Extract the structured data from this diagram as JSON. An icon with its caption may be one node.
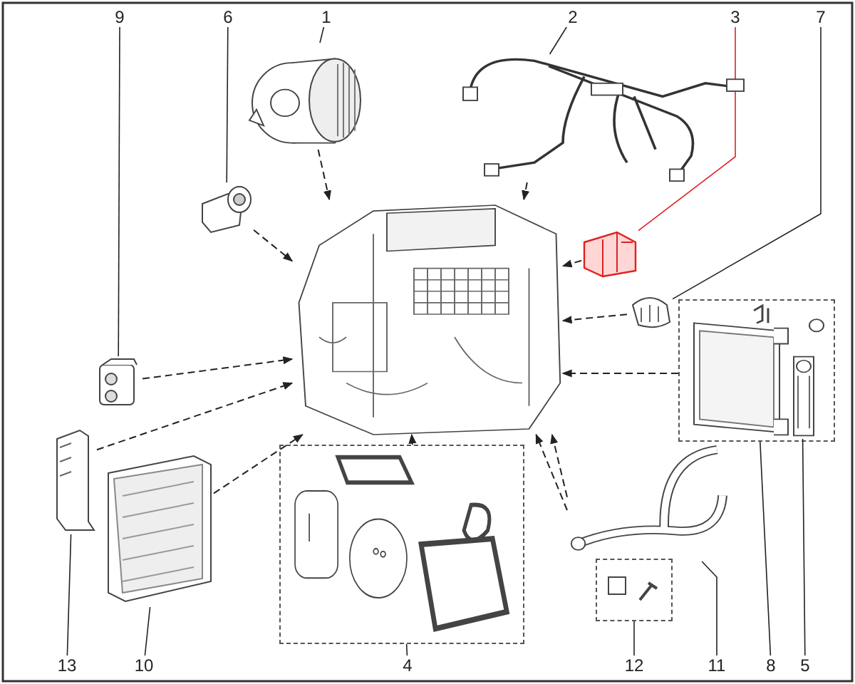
{
  "diagram": {
    "nodes": [
      {
        "text": [
          "9"
        ]
      },
      {
        "text": [
          "6"
        ]
      },
      {
        "text": [
          "1"
        ]
      },
      {
        "text": [
          "2"
        ]
      },
      {
        "text": [
          "3"
        ]
      },
      {
        "text": [
          "7"
        ]
      },
      {
        "text": [
          "13"
        ]
      },
      {
        "text": [
          "10"
        ]
      },
      {
        "text": [
          "4"
        ]
      },
      {
        "text": [
          "12"
        ]
      },
      {
        "text": [
          "11"
        ]
      },
      {
        "text": [
          "8"
        ]
      },
      {
        "text": [
          "5"
        ]
      },
      {
        "text": [],
        "shape": "picture"
      },
      {
        "text": [],
        "shape": "picture"
      },
      {
        "text": [],
        "shape": "picture"
      },
      {
        "text": [],
        "shape": "picture"
      },
      {
        "text": [],
        "shape": "picture"
      },
      {
        "text": [],
        "shape": "picture"
      },
      {
        "text": [],
        "shape": "picture"
      },
      {
        "text": [],
        "shape": "box"
      },
      {
        "text": [],
        "shape": "picture",
        "in": 20
      },
      {
        "text": [],
        "shape": "picture",
        "in": 20
      },
      {
        "text": [],
        "shape": "picture"
      },
      {
        "text": [],
        "shape": "picture"
      },
      {
        "text": [],
        "shape": "picture"
      },
      {
        "text": [],
        "shape": "box"
      },
      {
        "text": [],
        "shape": "box"
      }
    ],
    "edges": [
      {
        "from": 0,
        "to": 18,
        "arrow": "none"
      },
      {
        "from": 1,
        "to": 17,
        "arrow": "none"
      },
      {
        "from": 2,
        "to": 14,
        "arrow": "none"
      },
      {
        "from": 3,
        "to": 15,
        "arrow": "none"
      },
      {
        "from": 4,
        "to": 16,
        "arrow": "none",
        "color": "#e02020"
      },
      {
        "from": 5,
        "to": 19,
        "arrow": "none"
      },
      {
        "from": 6,
        "to": 25,
        "arrow": "none"
      },
      {
        "from": 7,
        "to": 24,
        "arrow": "none"
      },
      {
        "from": 8,
        "to": 26,
        "arrow": "none"
      },
      {
        "from": 9,
        "to": 27,
        "arrow": "none"
      },
      {
        "from": 10,
        "to": 23,
        "arrow": "none"
      },
      {
        "from": 11,
        "to": 20,
        "arrow": "none"
      },
      {
        "from": 12,
        "to": 22,
        "arrow": "none"
      },
      {
        "from": 14,
        "to": 13,
        "arrow": "to",
        "style": "dashed"
      },
      {
        "from": 15,
        "to": 13,
        "arrow": "to",
        "style": "dashed"
      },
      {
        "from": 17,
        "to": 13,
        "arrow": "to",
        "style": "dashed"
      },
      {
        "from": 16,
        "to": 13,
        "arrow": "to",
        "style": "dashed"
      },
      {
        "from": 18,
        "to": 13,
        "arrow": "to",
        "style": "dashed"
      },
      {
        "from": 19,
        "to": 13,
        "arrow": "to",
        "style": "dashed"
      },
      {
        "from": 20,
        "to": 13,
        "arrow": "to",
        "style": "dashed"
      },
      {
        "from": 25,
        "to": 13,
        "arrow": "to",
        "style": "dashed"
      },
      {
        "from": 24,
        "to": 13,
        "arrow": "to",
        "style": "dashed"
      },
      {
        "from": 23,
        "to": 13,
        "arrow": "to",
        "style": "dashed"
      },
      {
        "from": 23,
        "to": 13,
        "arrow": "to",
        "style": "dashed"
      },
      {
        "from": 26,
        "to": 13,
        "arrow": "to",
        "style": "dashed"
      }
    ]
  }
}
